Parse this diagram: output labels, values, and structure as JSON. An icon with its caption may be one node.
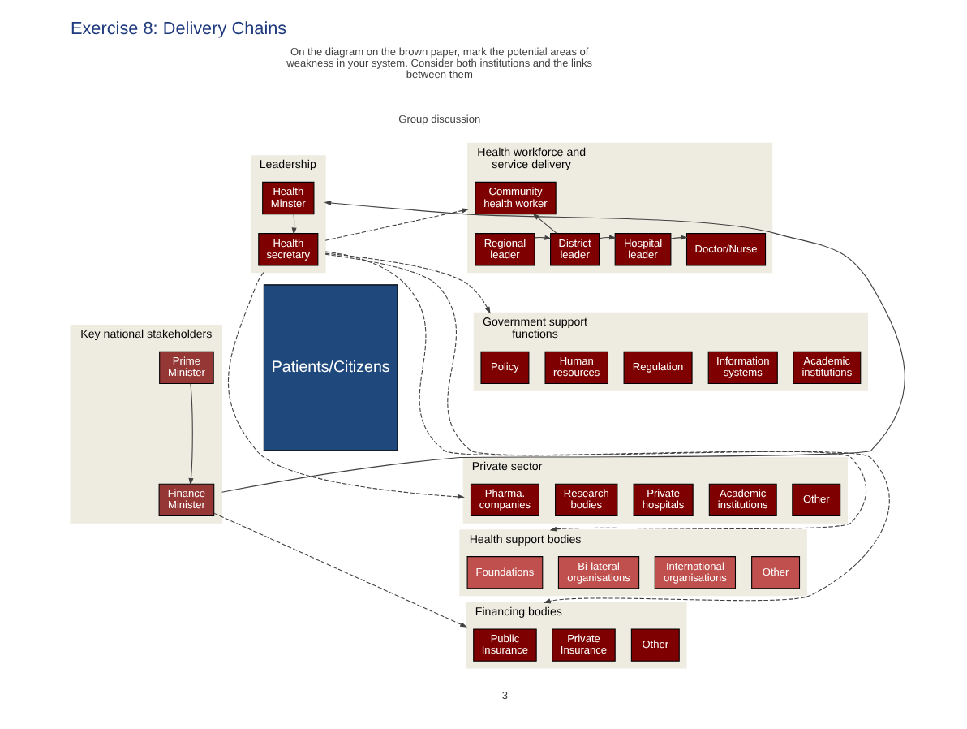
{
  "diagram": {
    "title": "Exercise 8: Delivery Chains",
    "nodes": [
      {
        "text": [
          "Leadership"
        ]
      },
      {
        "text": [
          "Health Minster"
        ],
        "in": 0
      },
      {
        "text": [
          "Health secretary"
        ],
        "in": 0
      },
      {
        "text": [
          "Health workforce and service delivery"
        ]
      },
      {
        "text": [
          "Community health worker"
        ],
        "in": 3
      },
      {
        "text": [
          "Regional leader"
        ],
        "in": 3
      },
      {
        "text": [
          "District leader"
        ],
        "in": 3
      },
      {
        "text": [
          "Hospital leader"
        ],
        "in": 3
      },
      {
        "text": [
          "Doctor/Nurse"
        ],
        "in": 3
      },
      {
        "text": [
          "Government support functions"
        ]
      },
      {
        "text": [
          "Policy"
        ],
        "in": 9
      },
      {
        "text": [
          "Human resources"
        ],
        "in": 9
      },
      {
        "text": [
          "Regulation"
        ],
        "in": 9
      },
      {
        "text": [
          "Information systems"
        ],
        "in": 9
      },
      {
        "text": [
          "Academic institutions"
        ],
        "in": 9
      },
      {
        "text": [
          "Private sector"
        ]
      },
      {
        "text": [
          "Pharma. companies"
        ],
        "in": 15
      },
      {
        "text": [
          "Research bodies"
        ],
        "in": 15
      },
      {
        "text": [
          "Private hospitals"
        ],
        "in": 15
      },
      {
        "text": [
          "Academic institutions"
        ],
        "in": 15
      },
      {
        "text": [
          "Other"
        ],
        "in": 15
      },
      {
        "text": [
          "Key national stakeholders"
        ]
      },
      {
        "text": [
          "Prime Minister"
        ],
        "in": 21
      },
      {
        "text": [
          "Finance Minister"
        ],
        "in": 21
      },
      {
        "text": [
          "Health support bodies"
        ]
      },
      {
        "text": [
          "Foundations"
        ],
        "in": 24
      },
      {
        "text": [
          "Bi-lateral organisations"
        ],
        "in": 24
      },
      {
        "text": [
          "International organisations"
        ],
        "in": 24
      },
      {
        "text": [
          "Other"
        ],
        "in": 24
      },
      {
        "text": [
          "Financing bodies"
        ]
      },
      {
        "text": [
          "Public Insurance"
        ],
        "in": 29
      },
      {
        "text": [
          "Private Insurance"
        ],
        "in": 29
      },
      {
        "text": [
          "Other"
        ],
        "in": 29
      },
      {
        "text": [
          "Patients/Citizens"
        ]
      }
    ],
    "edges": [
      {
        "from": 1,
        "to": 2,
        "arrow": "to"
      },
      {
        "from": 5,
        "to": 6,
        "arrow": "to"
      },
      {
        "from": 6,
        "to": 7,
        "arrow": "to"
      },
      {
        "from": 7,
        "to": 8,
        "arrow": "to"
      },
      {
        "from": 6,
        "to": 4,
        "arrow": "to"
      },
      {
        "from": 21,
        "to": 0,
        "arrow": "to"
      },
      {
        "from": 22,
        "to": 23,
        "arrow": "to"
      },
      {
        "from": 0,
        "to": 3,
        "arrow": "to",
        "style": "dashed"
      },
      {
        "from": 0,
        "to": 9,
        "arrow": "to",
        "style": "dashed"
      },
      {
        "from": 0,
        "to": 15,
        "arrow": "to",
        "style": "dashed"
      },
      {
        "from": 0,
        "to": 24,
        "arrow": "to",
        "style": "dashed"
      },
      {
        "from": 0,
        "to": 29,
        "arrow": "to",
        "style": "dashed"
      },
      {
        "from": 23,
        "to": 29,
        "arrow": "to",
        "style": "dashed"
      }
    ],
    "labels": [
      "On the diagram on the brown paper, mark the potential areas of weakness in your system. Consider both institutions and the links between them",
      "Group discussion",
      "3"
    ]
  }
}
